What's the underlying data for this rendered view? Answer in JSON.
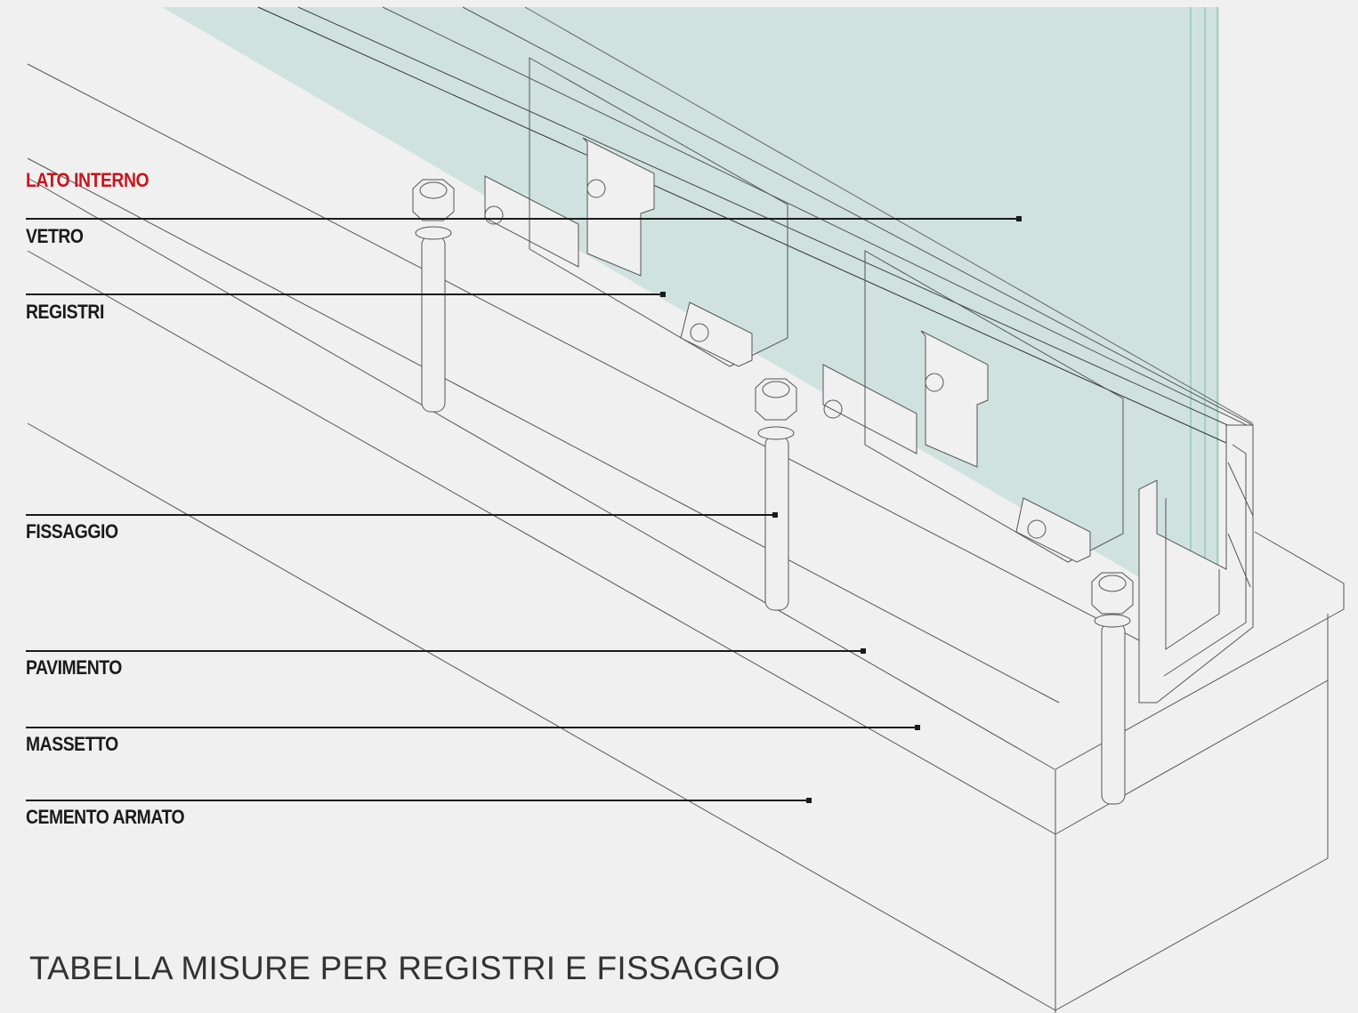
{
  "labels": {
    "lato_interno": "LATO INTERNO",
    "vetro": "VETRO",
    "registri": "REGISTRI",
    "fissaggio": "FISSAGGIO",
    "pavimento": "PAVIMENTO",
    "massetto": "MASSETTO",
    "cemento_armato": "CEMENTO ARMATO"
  },
  "title": "TABELLA MISURE PER REGISTRI E FISSAGGIO",
  "colors": {
    "background": "#f0f0f0",
    "line": "#1a1a1a",
    "accent": "#c8151c",
    "glass": "#cfe2df"
  }
}
